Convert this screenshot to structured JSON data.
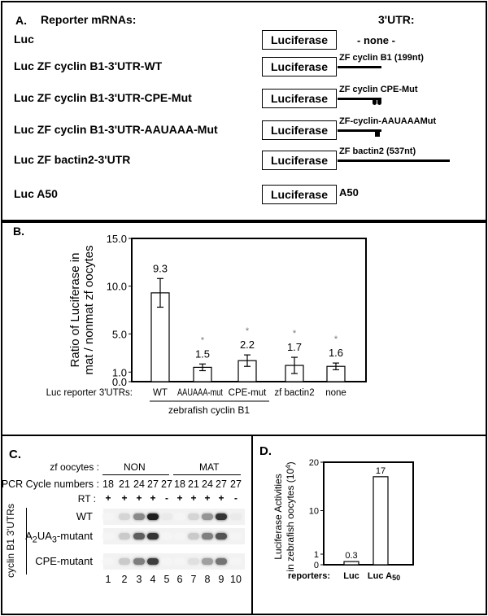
{
  "panel_a": {
    "letter": "A.",
    "title": "Reporter mRNAs:",
    "utr_header": "3'UTR:",
    "box_label": "Luciferase",
    "rows": [
      {
        "name": "Luc",
        "utr": "- none -"
      },
      {
        "name": "Luc ZF cyclin B1-3'UTR-WT",
        "utr": "ZF cyclin B1 (199nt)"
      },
      {
        "name": "Luc ZF cyclin B1-3'UTR-CPE-Mut",
        "utr": "ZF cyclin CPE-Mut"
      },
      {
        "name": "Luc ZF cyclin B1-3'UTR-AAUAAA-Mut",
        "utr": "ZF-cyclin-AAUAAAMut"
      },
      {
        "name": "Luc ZF bactin2-3'UTR",
        "utr": "ZF bactin2  (537nt)"
      },
      {
        "name": "Luc A50",
        "utr": "A50"
      }
    ]
  },
  "panel_c": {
    "letter": "C.",
    "oocytes_label": "zf oocytes :",
    "groups": [
      "NON",
      "MAT"
    ],
    "pcr_label": "PCR Cycle numbers :",
    "cycles": [
      "18",
      "21",
      "24",
      "27",
      "27",
      "18",
      "21",
      "24",
      "27",
      "27"
    ],
    "rt_label": "RT :",
    "rt": [
      "+",
      "+",
      "+",
      "+",
      "-",
      "+",
      "+",
      "+",
      "+",
      "-"
    ],
    "side_label": "cyclin B1 3'UTRs",
    "rows": [
      {
        "label": "WT",
        "bands": [
          0,
          0.15,
          0.5,
          1,
          0.05,
          0,
          0.15,
          0.45,
          0.9,
          0.05
        ]
      },
      {
        "label_a": "A",
        "sub1": "2",
        "label_b": "UA",
        "sub2": "3",
        "label_c": "-mutant",
        "bands": [
          0,
          0.2,
          0.7,
          0.9,
          0,
          0,
          0.2,
          0.55,
          0.75,
          0
        ]
      },
      {
        "label": "CPE-mutant",
        "bands": [
          0,
          0.2,
          0.55,
          0.85,
          0,
          0,
          0.1,
          0.4,
          0.6,
          0
        ]
      }
    ],
    "lanes": [
      "1",
      "2",
      "3",
      "4",
      "5",
      "6",
      "7",
      "8",
      "9",
      "10"
    ]
  },
  "chart_data": [
    {
      "type": "bar",
      "panel": "B.",
      "ylabel": "Ratio of Luciferase in mat / nonmat zf oocytes",
      "ylabel_line1": "Ratio of Luciferase in",
      "ylabel_line2": "mat / nonmat zf oocytes",
      "xlabel_prefix": "Luc reporter 3'UTRs:",
      "categories": [
        "WT",
        "AAUAAA-mut",
        "CPE-mut",
        "zf bactin2",
        "none"
      ],
      "values": [
        9.3,
        1.5,
        2.2,
        1.7,
        1.6
      ],
      "data_labels": [
        "9.3",
        "1.5",
        "2.2",
        "1.7",
        "1.6"
      ],
      "errors": [
        1.5,
        0.35,
        0.6,
        0.85,
        0.35
      ],
      "significance": [
        "",
        "*",
        "*",
        "*",
        "*"
      ],
      "group_label": "zebrafish cyclin B1",
      "yticks": [
        "0.0",
        "1.0",
        "5.0",
        "10.0",
        "15.0"
      ],
      "ytick_values": [
        0,
        1,
        5,
        10,
        15
      ],
      "ylim": [
        0,
        15
      ]
    },
    {
      "type": "bar",
      "panel": "D.",
      "ylabel_line1": "Luciferase Activities",
      "ylabel_line2": "in zebrafish oocytes (10",
      "ylabel_sup": "4",
      "ylabel_end": ")",
      "xlabel_prefix": "reporters:",
      "categories": [
        "Luc",
        "Luc A50"
      ],
      "cat2_base": "Luc A",
      "cat2_sub": "50",
      "values": [
        0.3,
        17
      ],
      "data_labels": [
        "0.3",
        "17"
      ],
      "yticks": [
        "0",
        "1",
        "10",
        "20"
      ],
      "ytick_values": [
        0,
        1,
        10,
        20
      ],
      "ylim": [
        0,
        20
      ]
    }
  ]
}
